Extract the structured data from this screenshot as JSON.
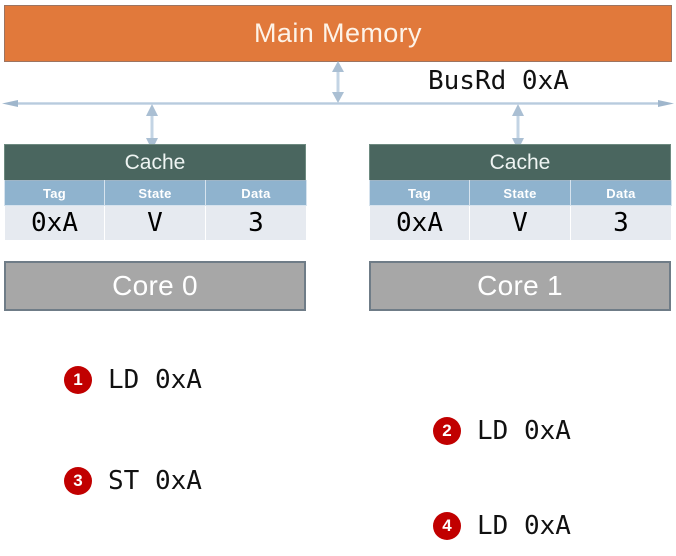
{
  "diagram": {
    "main_memory": {
      "label": "Main Memory",
      "color": "#e1793b"
    },
    "bus": {
      "label": "BusRd 0xA",
      "color": "#b6c8da",
      "memory_connector_icon": "double-arrow-vertical-icon",
      "cache0_connector_icon": "double-arrow-vertical-icon",
      "cache1_connector_icon": "double-arrow-vertical-icon",
      "left_arrow_icon": "arrow-left-icon",
      "right_arrow_icon": "arrow-right-icon"
    },
    "caches": [
      {
        "title": "Cache",
        "headers": [
          "Tag",
          "State",
          "Data"
        ],
        "row": {
          "tag": "0xA",
          "tag_color": "#000000",
          "state": "V",
          "state_color": "#000000",
          "data": "3",
          "data_color": "#ee1111"
        },
        "core": "Core 0"
      },
      {
        "title": "Cache",
        "headers": [
          "Tag",
          "State",
          "Data"
        ],
        "row": {
          "tag": "0xA",
          "tag_color": "#000000",
          "state": "V",
          "state_color": "#ee1111",
          "data": "3",
          "data_color": "#ee1111"
        },
        "core": "Core 1"
      }
    ],
    "steps": [
      {
        "number": "1",
        "text": "LD 0xA"
      },
      {
        "number": "2",
        "text": "LD 0xA"
      },
      {
        "number": "3",
        "text": "ST 0xA"
      },
      {
        "number": "4",
        "text": "LD 0xA"
      }
    ],
    "colors": {
      "badge": "#c10000",
      "cache_header_bar": "#4a665f",
      "table_header": "#8fb3ce",
      "table_cell": "#e6eaf0",
      "core": "#a7a7a7",
      "highlight": "#ee1111"
    }
  }
}
